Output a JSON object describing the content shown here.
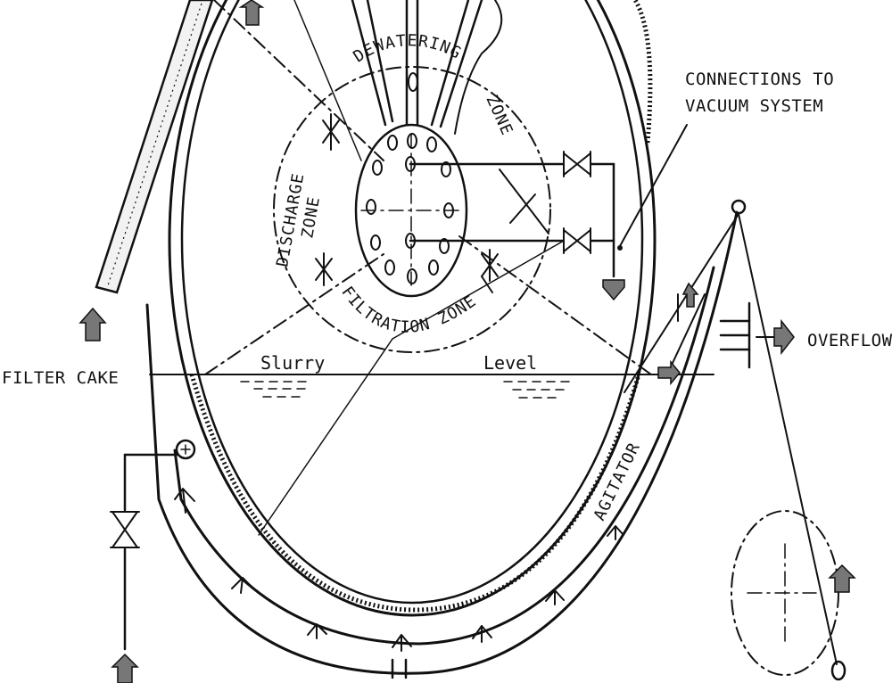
{
  "labels": {
    "connections": [
      "CONNECTIONS TO",
      "VACUUM SYSTEM"
    ],
    "overflow": "OVERFLOW",
    "filter_cake": "FILTER CAKE",
    "slurry": "Slurry",
    "level": "Level",
    "dewatering": "DEWATERING",
    "zone_right": "ZONE",
    "discharge": "DISCHARGE",
    "zone_left": "ZONE",
    "filtration_zone": "FILTRATION ZONE",
    "agitator": "AGITATOR"
  }
}
